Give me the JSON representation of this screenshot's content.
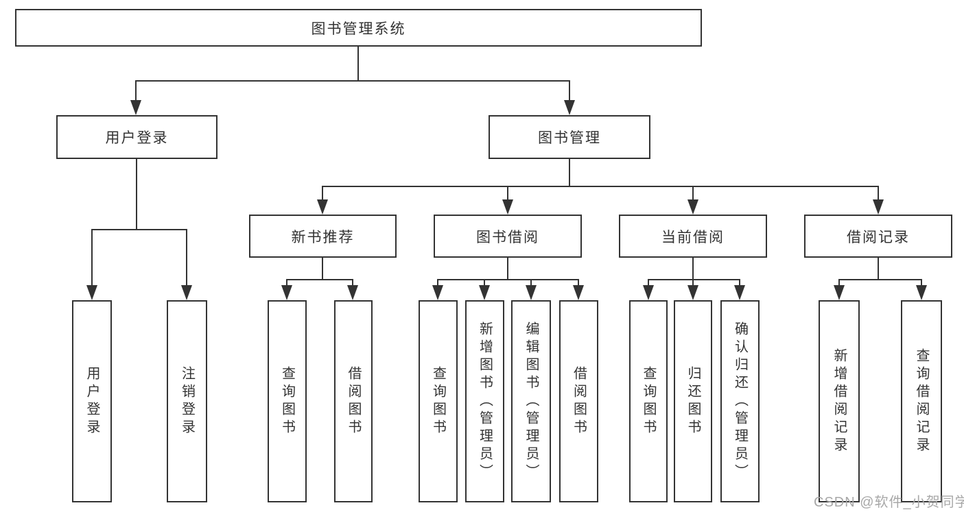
{
  "diagram": {
    "watermark": "CSDN @软件_小贺同学",
    "colors": {
      "line": "#333333",
      "text": "#333333",
      "box_background": "#ffffff",
      "watermark": "#a8a8a8",
      "background": "#ffffff"
    },
    "nodes": {
      "root": {
        "label": "图书管理系统"
      },
      "user_login": {
        "label": "用户登录"
      },
      "book_mgmt": {
        "label": "图书管理"
      },
      "new_book": {
        "label": "新书推荐"
      },
      "book_borrow": {
        "label": "图书借阅"
      },
      "current_borrow": {
        "label": "当前借阅"
      },
      "borrow_record": {
        "label": "借阅记录"
      },
      "leaf_user_login": {
        "label": "用户登录"
      },
      "leaf_logout": {
        "label": "注销登录"
      },
      "leaf_query_book_1": {
        "label": "查询图书"
      },
      "leaf_borrow_book_1": {
        "label": "借阅图书"
      },
      "leaf_query_book_2": {
        "label": "查询图书"
      },
      "leaf_add_book": {
        "label": "新增图书（管理员）"
      },
      "leaf_edit_book": {
        "label": "编辑图书（管理员）"
      },
      "leaf_borrow_book_2": {
        "label": "借阅图书"
      },
      "leaf_query_book_3": {
        "label": "查询图书"
      },
      "leaf_return_book": {
        "label": "归还图书"
      },
      "leaf_confirm_return": {
        "label": "确认归还（管理员）"
      },
      "leaf_add_record": {
        "label": "新增借阅记录"
      },
      "leaf_query_record": {
        "label": "查询借阅记录"
      }
    },
    "tree": {
      "id": "root",
      "children": [
        {
          "id": "user_login",
          "children": [
            {
              "id": "leaf_user_login"
            },
            {
              "id": "leaf_logout"
            }
          ]
        },
        {
          "id": "book_mgmt",
          "children": [
            {
              "id": "new_book",
              "children": [
                {
                  "id": "leaf_query_book_1"
                },
                {
                  "id": "leaf_borrow_book_1"
                }
              ]
            },
            {
              "id": "book_borrow",
              "children": [
                {
                  "id": "leaf_query_book_2"
                },
                {
                  "id": "leaf_add_book"
                },
                {
                  "id": "leaf_edit_book"
                },
                {
                  "id": "leaf_borrow_book_2"
                }
              ]
            },
            {
              "id": "current_borrow",
              "children": [
                {
                  "id": "leaf_query_book_3"
                },
                {
                  "id": "leaf_return_book"
                },
                {
                  "id": "leaf_confirm_return"
                }
              ]
            },
            {
              "id": "borrow_record",
              "children": [
                {
                  "id": "leaf_add_record"
                },
                {
                  "id": "leaf_query_record"
                }
              ]
            }
          ]
        }
      ]
    }
  }
}
